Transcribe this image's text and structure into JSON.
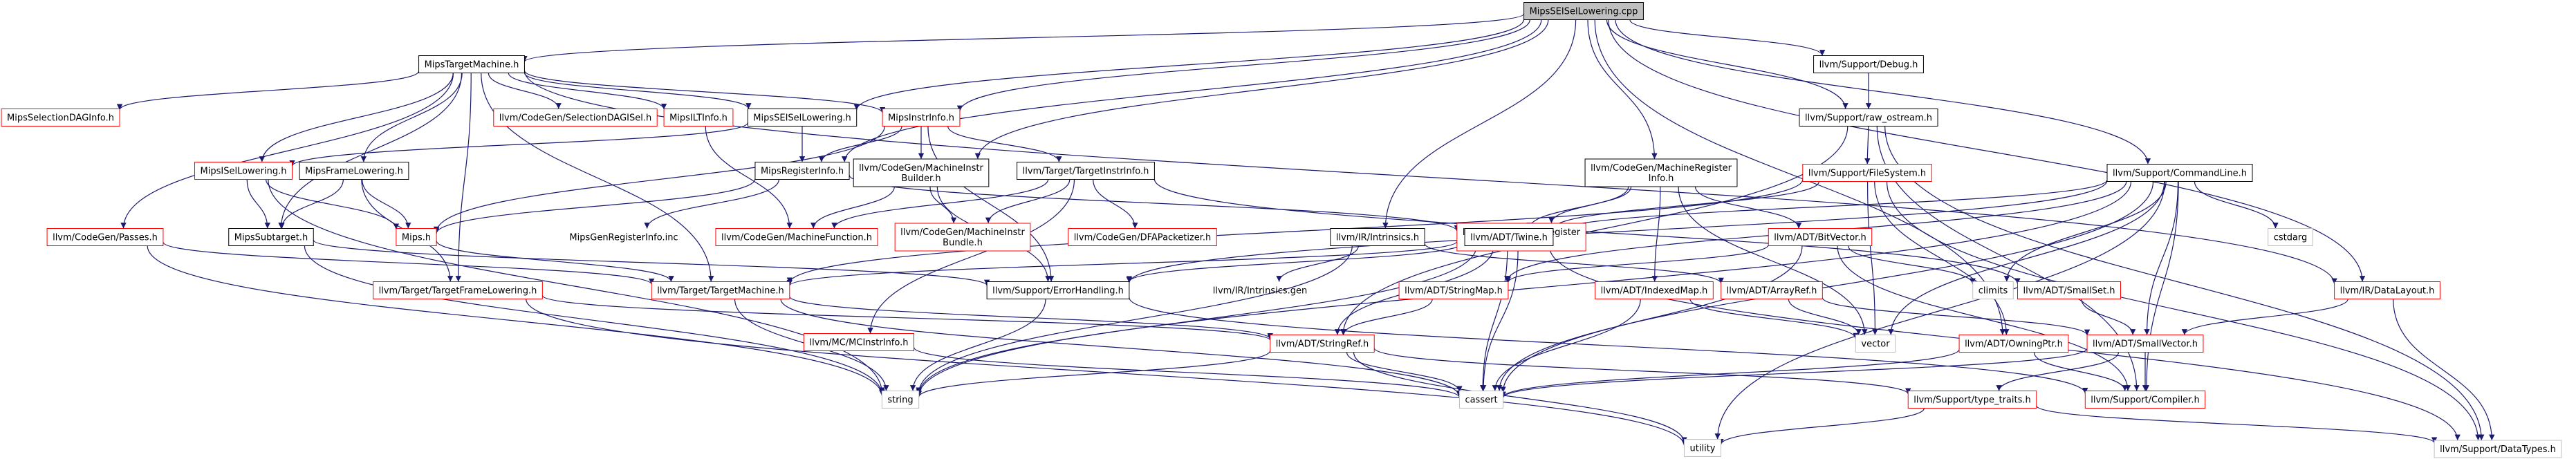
{
  "colors": {
    "node_border_black": "#000000",
    "node_border_red": "#ff0000",
    "node_border_gray": "#bfbfbf",
    "root_fill": "#bfbfbf",
    "node_fill": "#ffffff",
    "edge": "#191970",
    "text": "#000000"
  },
  "nodes": [
    {
      "id": "root",
      "label": "MipsSEISelLowering.cpp",
      "style": "root"
    },
    {
      "id": "mipsTM",
      "label": "MipsTargetMachine.h",
      "style": "black"
    },
    {
      "id": "debug",
      "label": "llvm/Support/Debug.h",
      "style": "black"
    },
    {
      "id": "rawos",
      "label": "llvm/Support/raw_ostream.h",
      "style": "black"
    },
    {
      "id": "cmdline",
      "label": "llvm/Support/CommandLine.h",
      "style": "black"
    },
    {
      "id": "mipsSDAG",
      "label": "MipsSelectionDAGInfo.h",
      "style": "red"
    },
    {
      "id": "cgSDAG",
      "label": "llvm/CodeGen/SelectionDAGISel.h",
      "style": "red"
    },
    {
      "id": "mipsITI",
      "label": "MipsILTInfo.h",
      "style": "red"
    },
    {
      "id": "mipsSEISL",
      "label": "MipsSEISelLowering.h",
      "style": "black"
    },
    {
      "id": "mipsII",
      "label": "MipsInstrInfo.h",
      "style": "red"
    },
    {
      "id": "fs",
      "label": "llvm/Support/FileSystem.h",
      "style": "red"
    },
    {
      "id": "mipsISL",
      "label": "MipsISelLowering.h",
      "style": "red"
    },
    {
      "id": "mipsFL",
      "label": "MipsFrameLowering.h",
      "style": "black"
    },
    {
      "id": "mipsRI",
      "label": "MipsRegisterInfo.h",
      "style": "black"
    },
    {
      "id": "mib",
      "label": [
        "llvm/CodeGen/MachineInstr",
        "Builder.h"
      ],
      "style": "black"
    },
    {
      "id": "tii",
      "label": "llvm/Target/TargetInstrInfo.h",
      "style": "black"
    },
    {
      "id": "mri",
      "label": [
        "llvm/CodeGen/MachineRegister",
        "Info.h"
      ],
      "style": "black"
    },
    {
      "id": "cgpasses",
      "label": "llvm/CodeGen/Passes.h",
      "style": "red"
    },
    {
      "id": "mipsH",
      "label": "Mips.h",
      "style": "red"
    },
    {
      "id": "mipsST",
      "label": "MipsSubtarget.h",
      "style": "black"
    },
    {
      "id": "mgri",
      "label": "MipsGenRegisterInfo.inc",
      "style": "none"
    },
    {
      "id": "mf",
      "label": "llvm/CodeGen/MachineFunction.h",
      "style": "red"
    },
    {
      "id": "mibundle",
      "label": [
        "llvm/CodeGen/MachineInstr",
        "Bundle.h"
      ],
      "style": "red"
    },
    {
      "id": "dfa",
      "label": "llvm/CodeGen/DFAPacketizer.h",
      "style": "red"
    },
    {
      "id": "tri",
      "label": [
        "llvm/Target/TargetRegister",
        "Info.h"
      ],
      "style": "red"
    },
    {
      "id": "bitvec",
      "label": "llvm/ADT/BitVector.h",
      "style": "red"
    },
    {
      "id": "intrinsics",
      "label": "llvm/IR/Intrinsics.h",
      "style": "black"
    },
    {
      "id": "twine",
      "label": "llvm/ADT/Twine.h",
      "style": "black"
    },
    {
      "id": "smallset",
      "label": "llvm/ADT/SmallSet.h",
      "style": "red"
    },
    {
      "id": "datalayout",
      "label": "llvm/IR/DataLayout.h",
      "style": "red"
    },
    {
      "id": "cstdarg",
      "label": "cstdarg",
      "style": "gray"
    },
    {
      "id": "ttfl",
      "label": "llvm/Target/TargetFrameLowering.h",
      "style": "red"
    },
    {
      "id": "ttm",
      "label": "llvm/Target/TargetMachine.h",
      "style": "red"
    },
    {
      "id": "errh",
      "label": "llvm/Support/ErrorHandling.h",
      "style": "black"
    },
    {
      "id": "irgen",
      "label": "llvm/IR/Intrinsics.gen",
      "style": "none"
    },
    {
      "id": "climits",
      "label": "climits",
      "style": "gray"
    },
    {
      "id": "strmap",
      "label": "llvm/ADT/StringMap.h",
      "style": "red"
    },
    {
      "id": "idxmap",
      "label": "llvm/ADT/IndexedMap.h",
      "style": "red"
    },
    {
      "id": "arrayref",
      "label": "llvm/ADT/ArrayRef.h",
      "style": "red"
    },
    {
      "id": "mcinst",
      "label": "llvm/MC/MCInstrInfo.h",
      "style": "red"
    },
    {
      "id": "strref",
      "label": "llvm/ADT/StringRef.h",
      "style": "red"
    },
    {
      "id": "vector",
      "label": "vector",
      "style": "gray"
    },
    {
      "id": "ownptr",
      "label": "llvm/ADT/OwningPtr.h",
      "style": "red"
    },
    {
      "id": "smallvec",
      "label": "llvm/ADT/SmallVector.h",
      "style": "red"
    },
    {
      "id": "string",
      "label": "string",
      "style": "gray"
    },
    {
      "id": "cassert",
      "label": "cassert",
      "style": "gray"
    },
    {
      "id": "typetraits",
      "label": "llvm/Support/type_traits.h",
      "style": "red"
    },
    {
      "id": "compiler",
      "label": "llvm/Support/Compiler.h",
      "style": "red"
    },
    {
      "id": "utility",
      "label": "utility",
      "style": "gray"
    },
    {
      "id": "datatypes",
      "label": "llvm/Support/DataTypes.h",
      "style": "gray"
    }
  ],
  "edges": [
    [
      "root",
      "mipsTM"
    ],
    [
      "root",
      "debug"
    ],
    [
      "root",
      "rawos"
    ],
    [
      "root",
      "cmdline"
    ],
    [
      "root",
      "mipsSEISL"
    ],
    [
      "root",
      "mipsII"
    ],
    [
      "root",
      "mipsRI"
    ],
    [
      "root",
      "mib"
    ],
    [
      "root",
      "mri"
    ],
    [
      "root",
      "intrinsics"
    ],
    [
      "root",
      "ownptr"
    ],
    [
      "root",
      "datalayout"
    ],
    [
      "debug",
      "rawos"
    ],
    [
      "rawos",
      "fs"
    ],
    [
      "rawos",
      "datatypes"
    ],
    [
      "rawos",
      "compiler"
    ],
    [
      "rawos",
      "strref"
    ],
    [
      "mipsTM",
      "mipsSDAG"
    ],
    [
      "mipsTM",
      "cgSDAG"
    ],
    [
      "mipsTM",
      "mipsITI"
    ],
    [
      "mipsTM",
      "mipsSEISL"
    ],
    [
      "mipsTM",
      "mipsII"
    ],
    [
      "mipsTM",
      "mipsISL"
    ],
    [
      "mipsTM",
      "mipsFL"
    ],
    [
      "mipsTM",
      "mipsST"
    ],
    [
      "mipsTM",
      "cgpasses"
    ],
    [
      "mipsTM",
      "ttfl"
    ],
    [
      "mipsTM",
      "ttm"
    ],
    [
      "mipsTM",
      "datalayout"
    ],
    [
      "mipsSEISL",
      "mipsISL"
    ],
    [
      "mipsSEISL",
      "mipsRI"
    ],
    [
      "mipsII",
      "mipsRI"
    ],
    [
      "mipsII",
      "mipsH"
    ],
    [
      "mipsII",
      "tii"
    ],
    [
      "mipsII",
      "mib"
    ],
    [
      "mipsII",
      "errh"
    ],
    [
      "mipsISL",
      "mipsH"
    ],
    [
      "mipsISL",
      "mipsST"
    ],
    [
      "mipsISL",
      "string"
    ],
    [
      "mipsFL",
      "mipsH"
    ],
    [
      "mipsFL",
      "ttfl"
    ],
    [
      "mipsFL",
      "mipsST"
    ],
    [
      "mipsITI",
      "mf"
    ],
    [
      "mipsRI",
      "mipsH"
    ],
    [
      "mipsRI",
      "tri"
    ],
    [
      "mipsRI",
      "mgri"
    ],
    [
      "mib",
      "mf"
    ],
    [
      "mib",
      "mibundle"
    ],
    [
      "mib",
      "errh"
    ],
    [
      "tii",
      "mf"
    ],
    [
      "tii",
      "mibundle"
    ],
    [
      "tii",
      "dfa"
    ],
    [
      "tii",
      "mcinst"
    ],
    [
      "tii",
      "smallset"
    ],
    [
      "mri",
      "tri"
    ],
    [
      "mri",
      "bitvec"
    ],
    [
      "mri",
      "idxmap"
    ],
    [
      "mri",
      "twine"
    ],
    [
      "mri",
      "vector"
    ],
    [
      "cgpasses",
      "string"
    ],
    [
      "cgpasses",
      "ttm"
    ],
    [
      "mipsH",
      "ttm"
    ],
    [
      "mipsST",
      "errh"
    ],
    [
      "mipsST",
      "string"
    ],
    [
      "fs",
      "twine"
    ],
    [
      "fs",
      "ownptr"
    ],
    [
      "fs",
      "vector"
    ],
    [
      "fs",
      "datatypes"
    ],
    [
      "fs",
      "ttm"
    ],
    [
      "cmdline",
      "twine"
    ],
    [
      "cmdline",
      "smallvec"
    ],
    [
      "cmdline",
      "compiler"
    ],
    [
      "cmdline",
      "cstdarg"
    ],
    [
      "cmdline",
      "climits"
    ],
    [
      "cmdline",
      "cassert"
    ],
    [
      "cmdline",
      "vector"
    ],
    [
      "cmdline",
      "utility"
    ],
    [
      "cmdline",
      "strmap"
    ],
    [
      "cmdline",
      "errh"
    ],
    [
      "cmdline",
      "string"
    ],
    [
      "intrinsics",
      "irgen"
    ],
    [
      "intrinsics",
      "string"
    ],
    [
      "intrinsics",
      "arrayref"
    ],
    [
      "twine",
      "strref"
    ],
    [
      "twine",
      "errh"
    ],
    [
      "twine",
      "cassert"
    ],
    [
      "twine",
      "string"
    ],
    [
      "twine",
      "datatypes"
    ],
    [
      "tri",
      "cassert"
    ],
    [
      "tri",
      "ttm"
    ],
    [
      "bitvec",
      "cassert"
    ],
    [
      "bitvec",
      "climits"
    ],
    [
      "bitvec",
      "compiler"
    ],
    [
      "bitvec",
      "strmap"
    ],
    [
      "ttfl",
      "strref"
    ],
    [
      "ttfl",
      "utility"
    ],
    [
      "ttm",
      "string"
    ],
    [
      "ttm",
      "cassert"
    ],
    [
      "ttm",
      "strref"
    ],
    [
      "errh",
      "string"
    ],
    [
      "errh",
      "compiler"
    ],
    [
      "strmap",
      "strref"
    ],
    [
      "idxmap",
      "vector"
    ],
    [
      "idxmap",
      "cassert"
    ],
    [
      "arrayref",
      "vector"
    ],
    [
      "arrayref",
      "smallvec"
    ],
    [
      "mcinst",
      "cassert"
    ],
    [
      "strref",
      "string"
    ],
    [
      "strref",
      "cassert"
    ],
    [
      "strref",
      "utility"
    ],
    [
      "strref",
      "typetraits"
    ],
    [
      "smallset",
      "smallvec"
    ],
    [
      "ownptr",
      "cassert"
    ],
    [
      "ownptr",
      "compiler"
    ],
    [
      "smallvec",
      "typetraits"
    ],
    [
      "smallvec",
      "compiler"
    ],
    [
      "smallvec",
      "cassert"
    ],
    [
      "datalayout",
      "smallvec"
    ],
    [
      "datalayout",
      "datatypes"
    ],
    [
      "typetraits",
      "utility"
    ],
    [
      "typetraits",
      "datatypes"
    ]
  ]
}
